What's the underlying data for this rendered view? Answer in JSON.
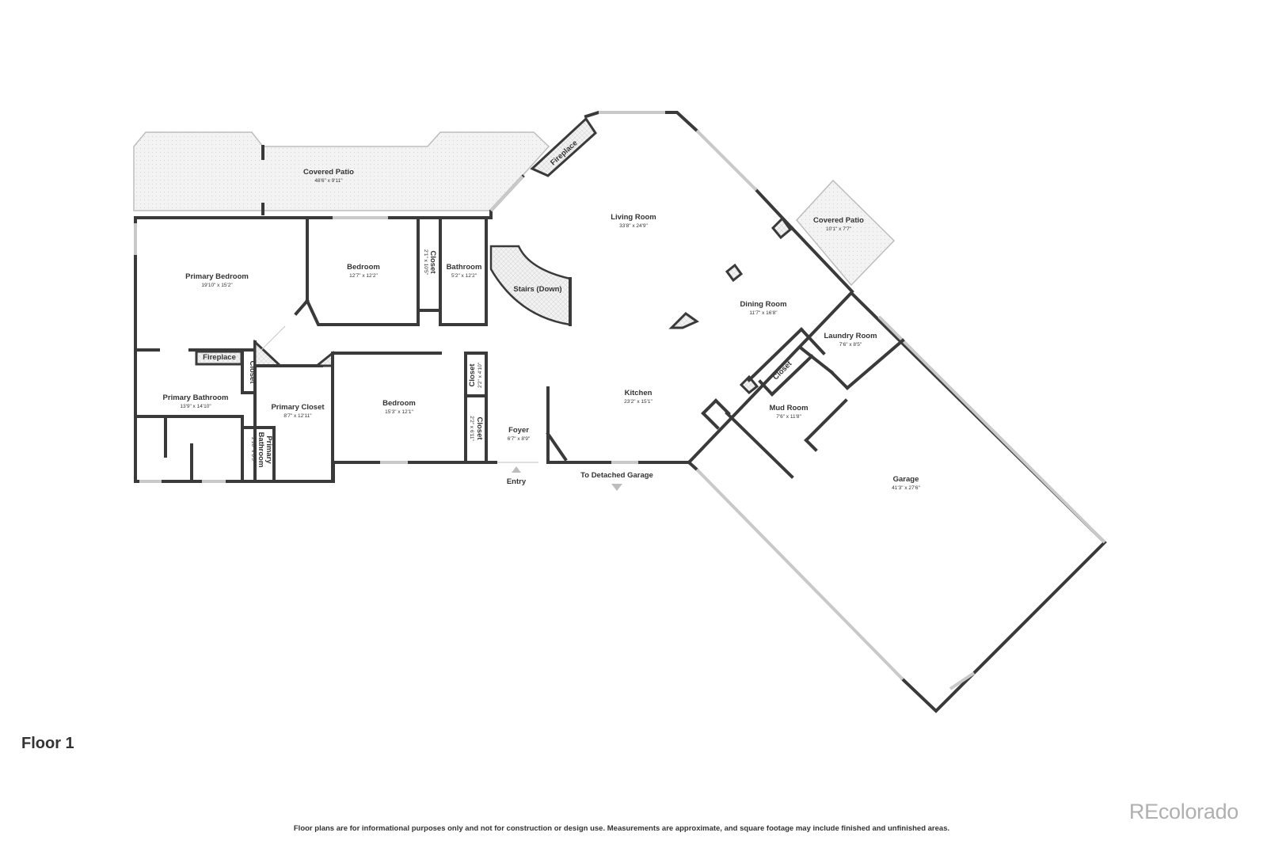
{
  "floor_label": "Floor 1",
  "disclaimer": "Floor plans are for informational purposes only and not for construction or design use. Measurements are approximate, and square footage may include finished and unfinished areas.",
  "brand": "REcolorado",
  "rooms": {
    "covered_patio_1": {
      "name": "Covered Patio",
      "dims": "48'6\" x 9'11\""
    },
    "living_room": {
      "name": "Living Room",
      "dims": "33'8\" x 24'9\""
    },
    "covered_patio_2": {
      "name": "Covered Patio",
      "dims": "10'1\" x 7'7\""
    },
    "primary_bedroom": {
      "name": "Primary Bedroom",
      "dims": "19'10\" x 15'2\""
    },
    "bedroom_1": {
      "name": "Bedroom",
      "dims": "12'7\" x 12'2\""
    },
    "closet_1": {
      "name": "Closet",
      "dims": "2'1\" x 10'5\""
    },
    "bathroom": {
      "name": "Bathroom",
      "dims": "5'2\" x 12'2\""
    },
    "stairs": {
      "name": "Stairs (Down)"
    },
    "dining_room": {
      "name": "Dining Room",
      "dims": "11'7\" x 16'8\""
    },
    "laundry_room": {
      "name": "Laundry Room",
      "dims": "7'6\" x 8'5\""
    },
    "fireplace_1": {
      "name": "Fireplace"
    },
    "fireplace_2": {
      "name": "Fireplace"
    },
    "closet_2": {
      "name": "Closet"
    },
    "primary_bathroom": {
      "name": "Primary Bathroom",
      "dims": "13'9\" x 14'10\""
    },
    "primary_closet": {
      "name": "Primary Closet",
      "dims": "8'7\" x 12'11\""
    },
    "primary_bathroom_2": {
      "name_line1": "Primary",
      "name_line2": "Bathroom",
      "dims": "2'10\" x 6'5\""
    },
    "bedroom_2": {
      "name": "Bedroom",
      "dims": "15'3\" x 12'1\""
    },
    "closet_3": {
      "name": "Closet",
      "dims": "2'2\" x 4'10\""
    },
    "closet_4": {
      "name": "Closet",
      "dims": "2'2\" x 6'11\""
    },
    "kitchen": {
      "name": "Kitchen",
      "dims": "23'2\" x 15'1\""
    },
    "closet_5": {
      "name": "Closet"
    },
    "mud_room": {
      "name": "Mud Room",
      "dims": "7'6\" x 11'8\""
    },
    "foyer": {
      "name": "Foyer",
      "dims": "6'7\" x 8'9\""
    },
    "garage": {
      "name": "Garage",
      "dims": "41'3\" x 27'6\""
    }
  },
  "annotations": {
    "entry": "Entry",
    "to_detached_garage": "To Detached Garage"
  },
  "colors": {
    "wall": "#3a3a3a",
    "patio_fill": "#f0f0f0",
    "window": "#c9c9c9",
    "brand": "#b0b0b0"
  }
}
